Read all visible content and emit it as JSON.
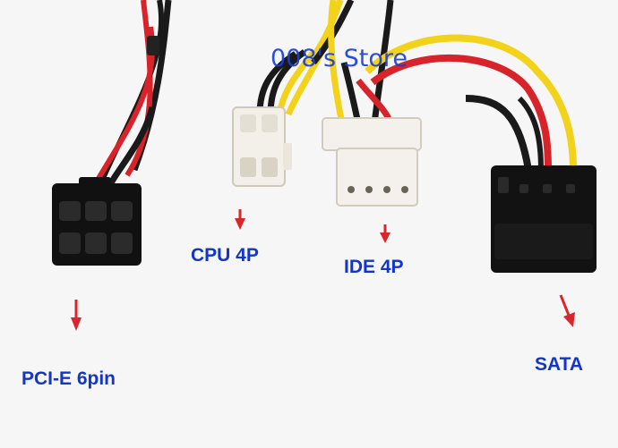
{
  "watermark": "008's Store",
  "labels": {
    "pcie": "PCI-E 6pin",
    "cpu": "CPU 4P",
    "ide": "IDE 4P",
    "sata": "SATA"
  },
  "colors": {
    "label_blue": "#1336c8",
    "arrow_red": "#d9262b",
    "wire_red": "#d8232a",
    "wire_black": "#1a1a1a",
    "wire_yellow": "#f2d21b"
  }
}
